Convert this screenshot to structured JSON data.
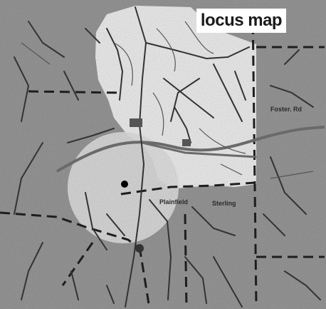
{
  "map": {
    "title": "locus map",
    "place_labels": {
      "foster": "Foster. Rd",
      "plainfield": "Plainfield",
      "sterling": "Sterling"
    },
    "colors": {
      "background": "#9d9d9d",
      "highlight": "#ffffff",
      "roads": "#3a3a3a",
      "boundary": "#1e1e1e",
      "buffer_circle": "#ececec",
      "site_marker": "#000000"
    }
  }
}
